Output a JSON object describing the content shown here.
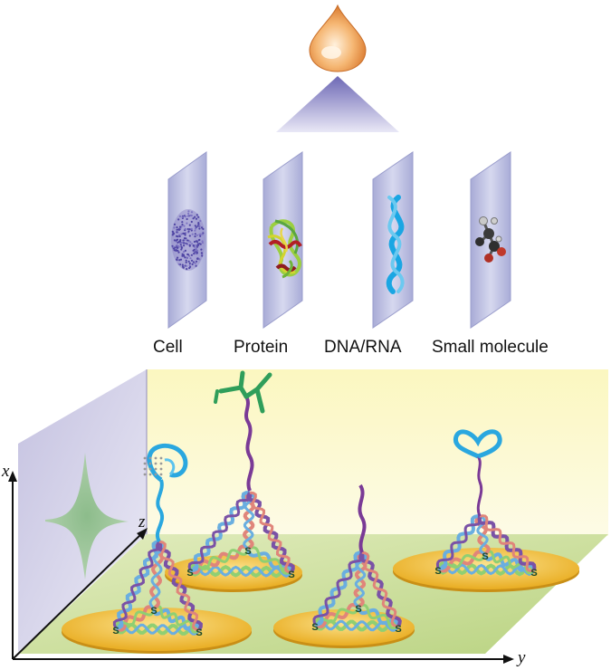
{
  "targets": [
    {
      "label": "Cell"
    },
    {
      "label": "Protein"
    },
    {
      "label": "DNA/RNA"
    },
    {
      "label": "Small molecule"
    }
  ],
  "axes": {
    "x": "x",
    "y": "y",
    "z": "z"
  },
  "anchor_letter": "S",
  "colors": {
    "droplet": "#f2a25c",
    "funnel": "#7b76bd",
    "panel": "#b8badf",
    "wall_back": "#fbf6c4",
    "wall_side": "#c9c6e3",
    "floor": "#cfe0a1",
    "pad": "#f3c033",
    "strand_blue": "#6aaee0",
    "strand_purple": "#7a52a6",
    "strand_pink": "#e0857a",
    "strand_green": "#8fcf73",
    "aptamer": "#2aa7df",
    "antibody": "#2f9e5a",
    "probe": "#7a3a96"
  }
}
